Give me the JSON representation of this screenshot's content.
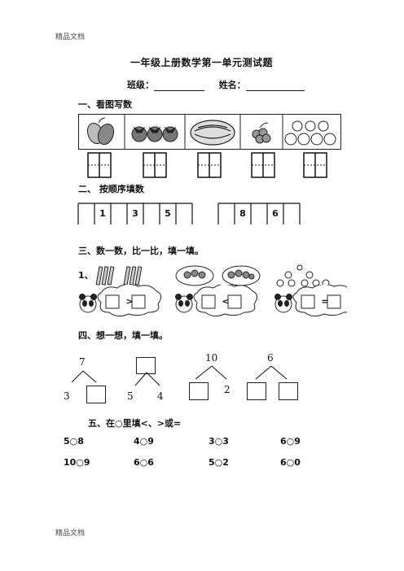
{
  "header_note": "精品文档",
  "footer_note": "精品文档",
  "title": "一年级上册数学第一单元测试题",
  "info": {
    "class_label": "班级：",
    "name_label": "姓名："
  },
  "sections": {
    "s1": "一、看图写数",
    "s2": "二、  按顺序填数",
    "s3": "三、数一数，比一比，填一填。",
    "s4": "四、想一想，填一填。",
    "s5": "五、在○里填<、>或="
  },
  "seq_row1": [
    "",
    "1",
    "",
    "3",
    "",
    "5",
    ""
  ],
  "seq_row2": [
    "",
    "8",
    "",
    "6",
    ""
  ],
  "q3": {
    "item_label": "1、",
    "signs": [
      ">",
      "<",
      "="
    ]
  },
  "q4": {
    "t1_top": "7",
    "t1_left": "3",
    "t2_left": "5",
    "t2_right": "4",
    "t3_top": "10",
    "t3_right": "2",
    "t4_top": "6"
  },
  "q5": {
    "row1": [
      "5○8",
      "4○9",
      "3○3",
      "6○9"
    ],
    "row2": [
      "10○9",
      "6○6",
      "5○2",
      "6○0"
    ]
  }
}
